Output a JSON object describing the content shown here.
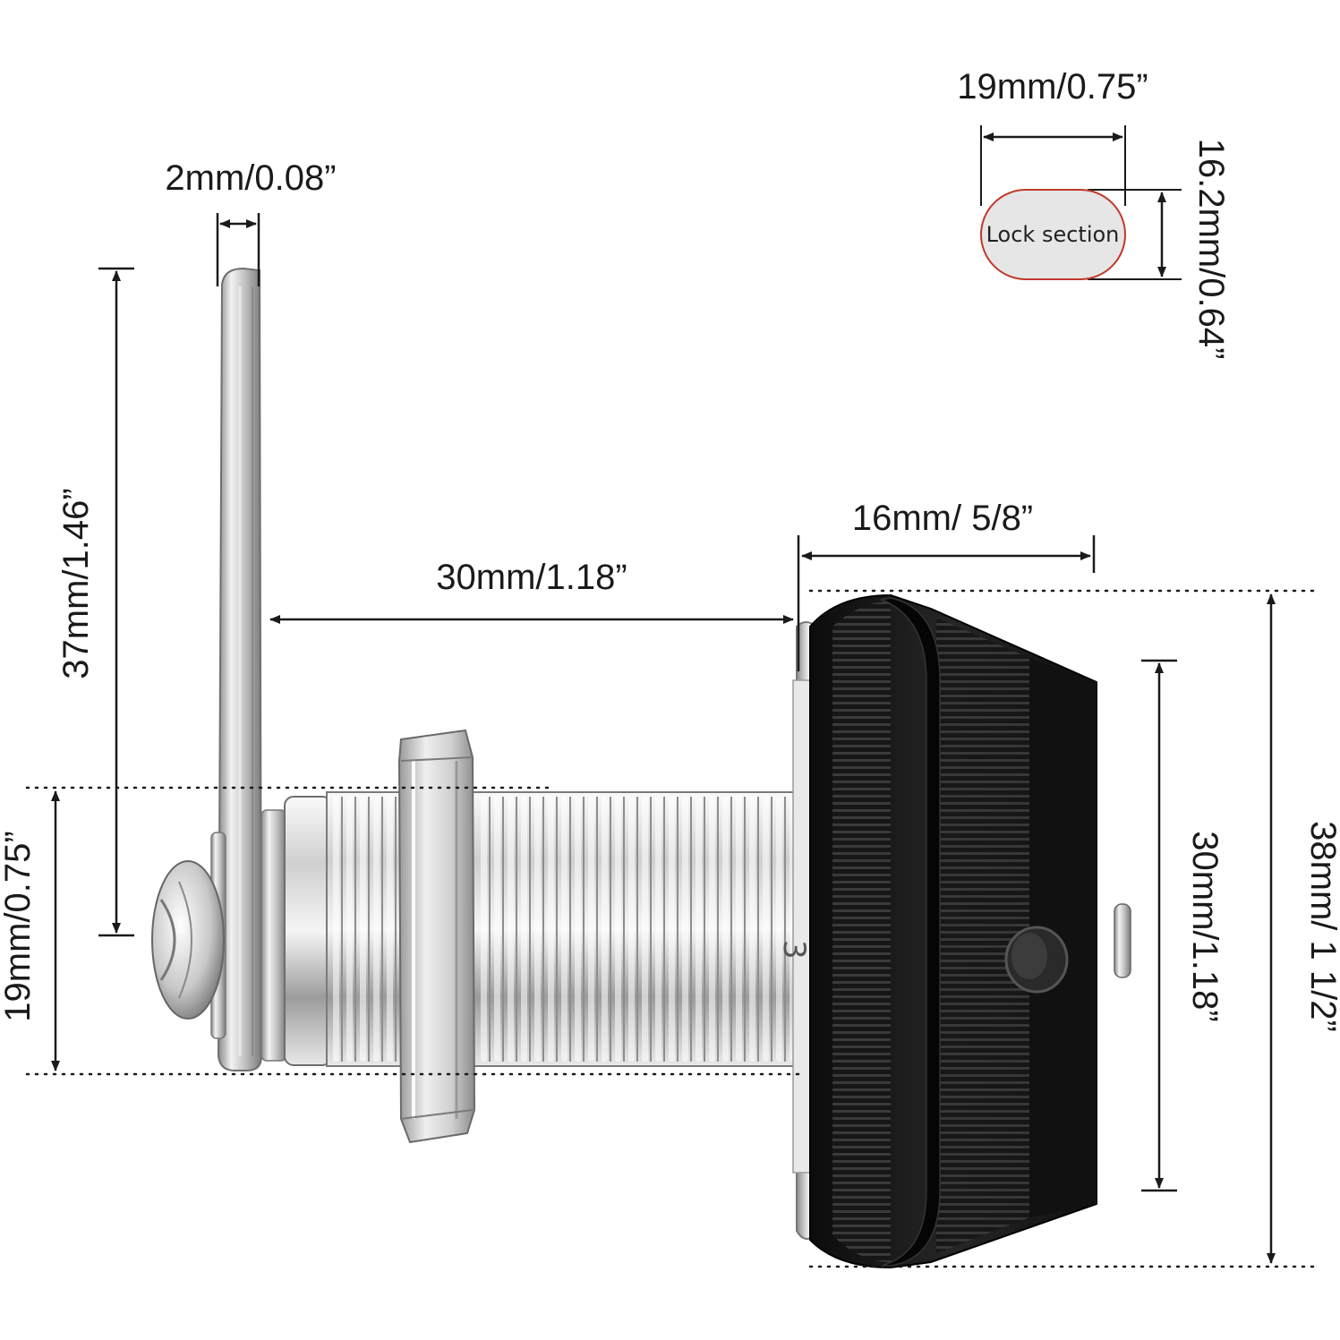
{
  "lock_section": {
    "label": "Lock section",
    "width": "19mm/0.75”",
    "height": "16.2mm/0.64”"
  },
  "dimensions": {
    "cam_thickness": "2mm/0.08”",
    "cam_length": "37mm/1.46”",
    "shaft_diameter": "19mm/0.75”",
    "shaft_length": "30mm/1.18”",
    "head_depth": "16mm/ 5/8”",
    "head_inner_diameter": "30mm/1.18”",
    "head_outer_diameter": "38mm/ 1 1/2”"
  },
  "colors": {
    "line": "#1a1a1a",
    "chrome_light": "#f2f2f2",
    "chrome_mid": "#b8b8b8",
    "chrome_dark": "#6e6e6e",
    "knob_black": "#141414",
    "section_fill": "#e6e6e6",
    "section_outline": "#c0392b"
  }
}
